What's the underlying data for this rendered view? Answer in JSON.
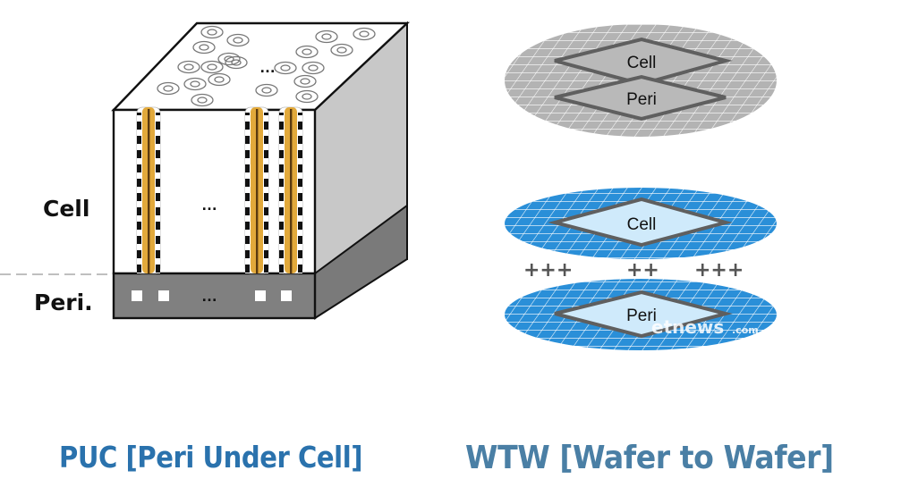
{
  "puc_diagram": {
    "label_cell": "Cell",
    "label_peri": "Peri.",
    "ellipsis": "…",
    "colors": {
      "cell_face": "#ffffff",
      "peri_face": "#7f7f7f",
      "side_face": "#c8c8c8",
      "pillar_gold": "#e2a93b",
      "outline": "#111111"
    }
  },
  "wtw_diagram": {
    "single_wafer": {
      "top_die_label": "Cell",
      "bottom_die_label": "Peri",
      "color": "#b9b9b9"
    },
    "bonded_wafers": {
      "top_wafer_die_label": "Cell",
      "bottom_wafer_die_label": "Peri",
      "bond_marks": [
        "+++",
        "++",
        "+++"
      ],
      "wafer_color": "#2a8fd8",
      "die_color": "#cfeafb"
    }
  },
  "watermark": {
    "text": "etnews",
    "suffix": ".com"
  },
  "captions": {
    "left": "PUC [Peri Under Cell]",
    "right": "WTW [Wafer to Wafer]"
  }
}
